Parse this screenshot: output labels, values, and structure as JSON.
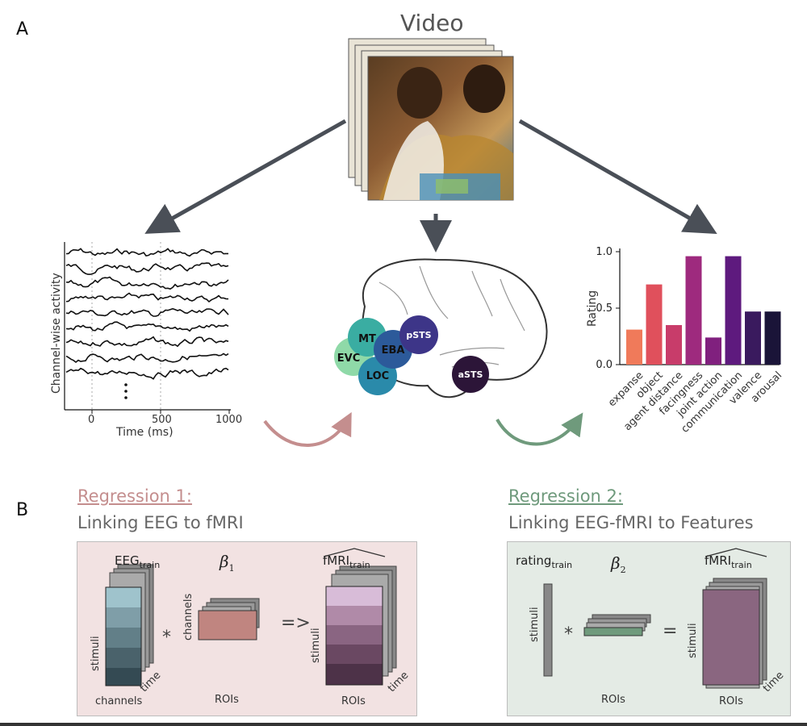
{
  "panels": {
    "a": "A",
    "b": "B"
  },
  "video": {
    "title": "Video"
  },
  "eeg": {
    "ylabel": "Channel-wise activity",
    "xlabel": "Time (ms)",
    "xticks": [
      "0",
      "500",
      "1000"
    ]
  },
  "brain": {
    "regions": [
      "MT",
      "EVC",
      "EBA",
      "LOC",
      "pSTS",
      "aSTS"
    ]
  },
  "chart_data": {
    "type": "bar",
    "ylabel": "Rating",
    "ylim": [
      0,
      1.0
    ],
    "yticks": [
      "0.0",
      "0.5",
      "1.0"
    ],
    "categories": [
      "expanse",
      "object",
      "agent distance",
      "facingness",
      "joint action",
      "communication",
      "valence",
      "arousal"
    ],
    "values": [
      0.31,
      0.71,
      0.35,
      0.96,
      0.24,
      0.96,
      0.47,
      0.47
    ],
    "colors": [
      "#f07a5a",
      "#e0505c",
      "#c83c6a",
      "#9e2a7e",
      "#80207e",
      "#5e1a7e",
      "#3a1a5e",
      "#1a1438"
    ]
  },
  "regression1": {
    "title": "Regression 1:",
    "subtitle": "Linking EEG to fMRI",
    "eeg_label": "EEG",
    "eeg_sub": "train",
    "beta": "β",
    "beta_sub": "1",
    "fmri_label": "fMRI",
    "fmri_sub": "train",
    "stimuli": "stimuli",
    "time": "time",
    "channels_bottom": "channels",
    "channels_side": "channels",
    "rois_mid": "ROIs",
    "rois_right": "ROIs",
    "stimuli_right": "stimuli",
    "time_right": "time",
    "times_op": "*",
    "arrow_op": "=>"
  },
  "regression2": {
    "title": "Regression 2:",
    "subtitle": "Linking EEG-fMRI to Features",
    "rating_label": "rating",
    "rating_sub": "train",
    "beta": "β",
    "beta_sub": "2",
    "fmri_label": "fMRI",
    "fmri_sub": "train",
    "stimuli_left": "stimuli",
    "stimuli_right": "stimuli",
    "time": "time",
    "rois_mid": "ROIs",
    "rois_right": "ROIs",
    "times_op": "*",
    "eq_op": "="
  },
  "colors": {
    "reg1": "#c48e8e",
    "reg2": "#6f9a7c",
    "reg1_bg": "#f2e2e2",
    "reg2_bg": "#e4ebe5",
    "arrow": "#4a4f57"
  }
}
